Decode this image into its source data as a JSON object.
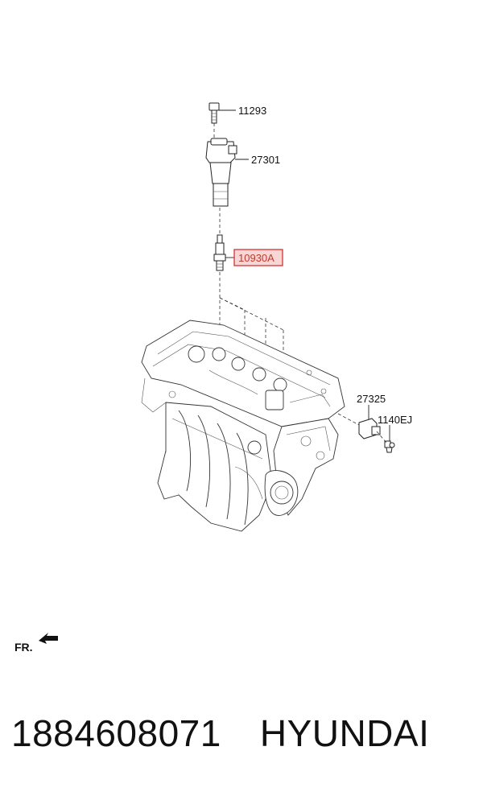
{
  "callouts": {
    "bolt": "11293",
    "ignition_coil": "27301",
    "spark_plug": "10930A",
    "sensor": "27325",
    "sensor_bolt": "1140EJ"
  },
  "direction_label": "FR.",
  "footer": {
    "part_number": "1884608071",
    "brand": "HYUNDAI"
  },
  "colors": {
    "highlight_border": "#d32626",
    "highlight_fill": "#f8d6d6",
    "highlight_text": "#c0392b"
  }
}
